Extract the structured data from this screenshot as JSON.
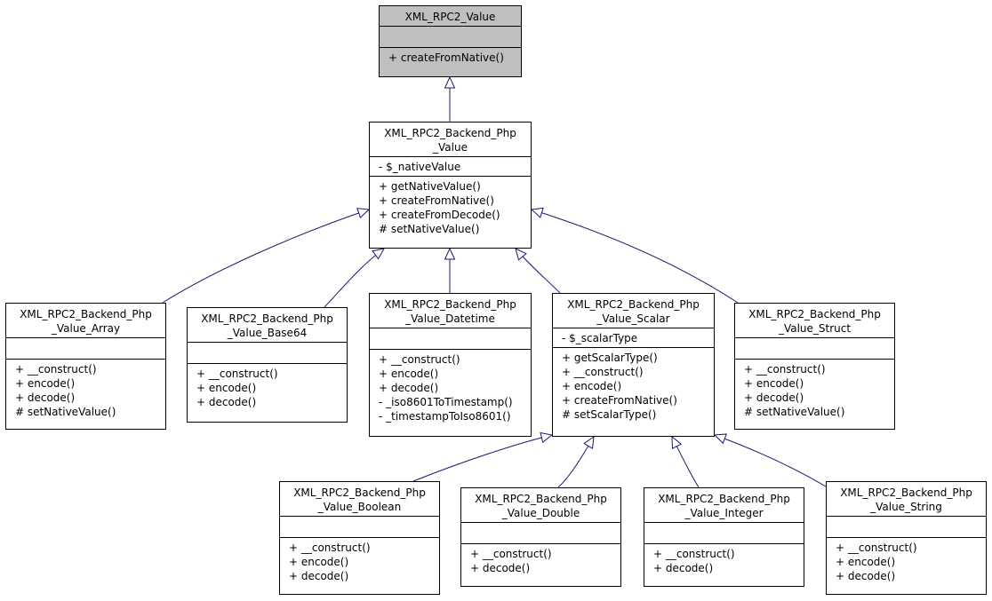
{
  "colors": {
    "edge": "#191970",
    "highlight_fill": "#bfbfbf",
    "box_border": "#000000"
  },
  "classes": {
    "value": {
      "title": [
        "XML_RPC2_Value"
      ],
      "attributes": [],
      "methods": [
        "+ createFromNative()"
      ]
    },
    "php_value": {
      "title": [
        "XML_RPC2_Backend_Php",
        "_Value"
      ],
      "attributes": [
        "- $_nativeValue"
      ],
      "methods": [
        "+ getNativeValue()",
        "+ createFromNative()",
        "+ createFromDecode()",
        "# setNativeValue()"
      ]
    },
    "array": {
      "title": [
        "XML_RPC2_Backend_Php",
        "_Value_Array"
      ],
      "attributes": [],
      "methods": [
        "+ __construct()",
        "+ encode()",
        "+ decode()",
        "# setNativeValue()"
      ]
    },
    "base64": {
      "title": [
        "XML_RPC2_Backend_Php",
        "_Value_Base64"
      ],
      "attributes": [],
      "methods": [
        "+ __construct()",
        "+ encode()",
        "+ decode()"
      ]
    },
    "datetime": {
      "title": [
        "XML_RPC2_Backend_Php",
        "_Value_Datetime"
      ],
      "attributes": [],
      "methods": [
        "+ __construct()",
        "+ encode()",
        "+ decode()",
        "- _iso8601ToTimestamp()",
        "- _timestampToIso8601()"
      ]
    },
    "scalar": {
      "title": [
        "XML_RPC2_Backend_Php",
        "_Value_Scalar"
      ],
      "attributes": [
        "- $_scalarType"
      ],
      "methods": [
        "+ getScalarType()",
        "+ __construct()",
        "+ encode()",
        "+ createFromNative()",
        "# setScalarType()"
      ]
    },
    "struct": {
      "title": [
        "XML_RPC2_Backend_Php",
        "_Value_Struct"
      ],
      "attributes": [],
      "methods": [
        "+ __construct()",
        "+ encode()",
        "+ decode()",
        "# setNativeValue()"
      ]
    },
    "boolean": {
      "title": [
        "XML_RPC2_Backend_Php",
        "_Value_Boolean"
      ],
      "attributes": [],
      "methods": [
        "+ __construct()",
        "+ encode()",
        "+ decode()"
      ]
    },
    "double": {
      "title": [
        "XML_RPC2_Backend_Php",
        "_Value_Double"
      ],
      "attributes": [],
      "methods": [
        "+ __construct()",
        "+ decode()"
      ]
    },
    "integer": {
      "title": [
        "XML_RPC2_Backend_Php",
        "_Value_Integer"
      ],
      "attributes": [],
      "methods": [
        "+ __construct()",
        "+ decode()"
      ]
    },
    "string": {
      "title": [
        "XML_RPC2_Backend_Php",
        "_Value_String"
      ],
      "attributes": [],
      "methods": [
        "+ __construct()",
        "+ encode()",
        "+ decode()"
      ]
    }
  },
  "inheritance": [
    {
      "child": "php_value",
      "parent": "value"
    },
    {
      "child": "array",
      "parent": "php_value"
    },
    {
      "child": "base64",
      "parent": "php_value"
    },
    {
      "child": "datetime",
      "parent": "php_value"
    },
    {
      "child": "scalar",
      "parent": "php_value"
    },
    {
      "child": "struct",
      "parent": "php_value"
    },
    {
      "child": "boolean",
      "parent": "scalar"
    },
    {
      "child": "double",
      "parent": "scalar"
    },
    {
      "child": "integer",
      "parent": "scalar"
    },
    {
      "child": "string",
      "parent": "scalar"
    }
  ]
}
